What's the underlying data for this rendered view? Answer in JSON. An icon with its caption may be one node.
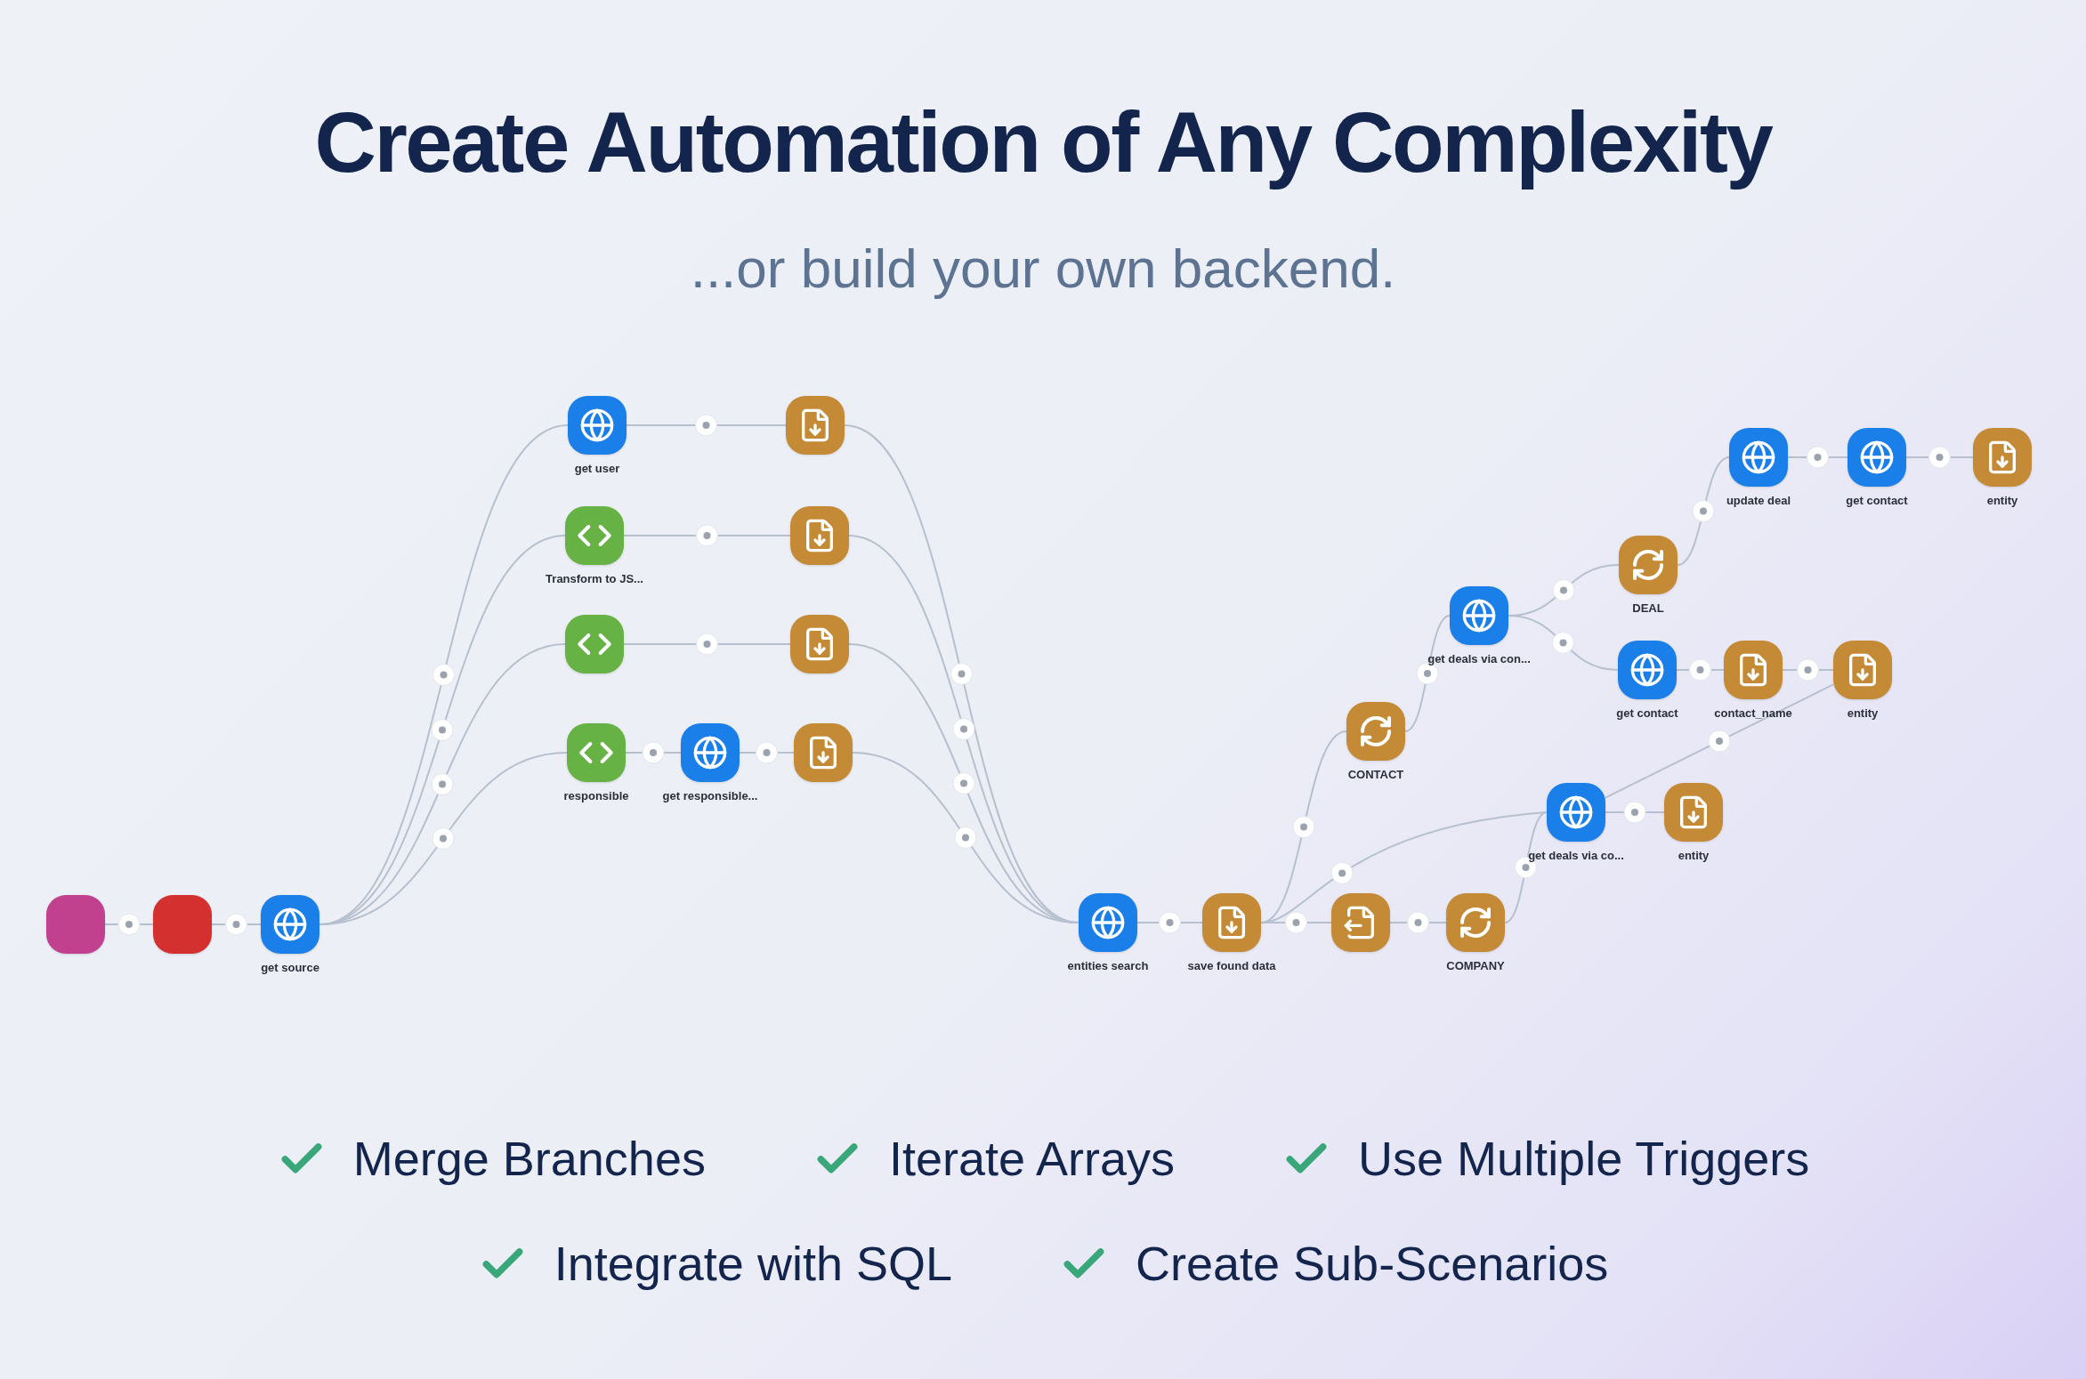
{
  "diagram": {
    "title": "Create Automation of Any Complexity",
    "nodes": [
      {
        "text": [],
        "shape": "box"
      },
      {
        "text": [],
        "shape": "box"
      },
      {
        "text": [
          "get source"
        ]
      },
      {
        "text": [
          "get user"
        ]
      },
      {
        "text": [],
        "shape": "box"
      },
      {
        "text": [
          "Transform to JS..."
        ]
      },
      {
        "text": [],
        "shape": "box"
      },
      {
        "text": [],
        "shape": "box"
      },
      {
        "text": [],
        "shape": "box"
      },
      {
        "text": [
          "responsible"
        ]
      },
      {
        "text": [
          "get responsible..."
        ]
      },
      {
        "text": [],
        "shape": "box"
      },
      {
        "text": [
          "entities search"
        ]
      },
      {
        "text": [
          "save found data"
        ]
      },
      {
        "text": [],
        "shape": "box"
      },
      {
        "text": [
          "COMPANY"
        ]
      },
      {
        "text": [
          "CONTACT"
        ]
      },
      {
        "text": [
          "get deals via con..."
        ]
      },
      {
        "text": [
          "DEAL"
        ]
      },
      {
        "text": [
          "update deal"
        ]
      },
      {
        "text": [
          "get contact"
        ]
      },
      {
        "text": [
          "entity"
        ]
      },
      {
        "text": [
          "get contact"
        ]
      },
      {
        "text": [
          "contact_name"
        ]
      },
      {
        "text": [
          "entity"
        ]
      },
      {
        "text": [
          "get deals via co..."
        ]
      },
      {
        "text": [
          "entity"
        ]
      }
    ],
    "edges": [
      {
        "from": 0,
        "to": 1,
        "arrow": "none"
      },
      {
        "from": 1,
        "to": 2,
        "arrow": "none"
      },
      {
        "from": 2,
        "to": 3,
        "arrow": "none"
      },
      {
        "from": 2,
        "to": 5,
        "arrow": "none"
      },
      {
        "from": 2,
        "to": 7,
        "arrow": "none"
      },
      {
        "from": 2,
        "to": 9,
        "arrow": "none"
      },
      {
        "from": 3,
        "to": 4,
        "arrow": "none"
      },
      {
        "from": 5,
        "to": 6,
        "arrow": "none"
      },
      {
        "from": 7,
        "to": 8,
        "arrow": "none"
      },
      {
        "from": 9,
        "to": 10,
        "arrow": "none"
      },
      {
        "from": 10,
        "to": 11,
        "arrow": "none"
      },
      {
        "from": 4,
        "to": 12,
        "arrow": "none"
      },
      {
        "from": 6,
        "to": 12,
        "arrow": "none"
      },
      {
        "from": 8,
        "to": 12,
        "arrow": "none"
      },
      {
        "from": 11,
        "to": 12,
        "arrow": "none"
      },
      {
        "from": 12,
        "to": 13,
        "arrow": "none"
      },
      {
        "from": 13,
        "to": 16,
        "arrow": "none"
      },
      {
        "from": 13,
        "to": 14,
        "arrow": "none"
      },
      {
        "from": 13,
        "to": 25,
        "arrow": "none"
      },
      {
        "from": 14,
        "to": 15,
        "arrow": "none"
      },
      {
        "from": 15,
        "to": 25,
        "arrow": "none"
      },
      {
        "from": 16,
        "to": 17,
        "arrow": "none"
      },
      {
        "from": 17,
        "to": 18,
        "arrow": "none"
      },
      {
        "from": 17,
        "to": 22,
        "arrow": "none"
      },
      {
        "from": 18,
        "to": 19,
        "arrow": "none"
      },
      {
        "from": 19,
        "to": 20,
        "arrow": "none"
      },
      {
        "from": 20,
        "to": 21,
        "arrow": "none"
      },
      {
        "from": 22,
        "to": 23,
        "arrow": "none"
      },
      {
        "from": 23,
        "to": 24,
        "arrow": "none"
      },
      {
        "from": 24,
        "to": 25,
        "arrow": "none"
      },
      {
        "from": 25,
        "to": 26,
        "arrow": "none"
      }
    ],
    "labels": [
      "...or build your own backend.",
      "Merge Branches",
      "Iterate Arrays",
      "Use Multiple Triggers",
      "Integrate with SQL",
      "Create Sub-Scenarios"
    ]
  }
}
